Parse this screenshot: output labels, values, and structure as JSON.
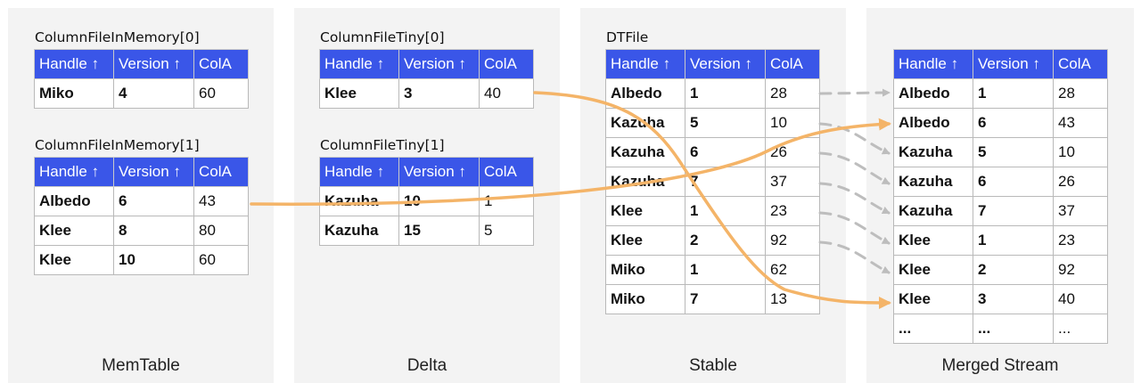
{
  "colors": {
    "header_bg": "#3a56e8",
    "orange_arrow": "#f4b468",
    "gray_arrow": "#bdbdbd",
    "panel_bg": "#f3f3f3"
  },
  "panels": {
    "memtable": "MemTable",
    "delta": "Delta",
    "stable": "Stable",
    "merged": "Merged Stream"
  },
  "headers": [
    "Handle ↑",
    "Version ↑",
    "ColA"
  ],
  "tables": {
    "mem0": {
      "label": "ColumnFileInMemory[0]",
      "rows": [
        [
          "Miko",
          "4",
          "60"
        ]
      ]
    },
    "mem1": {
      "label": "ColumnFileInMemory[1]",
      "rows": [
        [
          "Albedo",
          "6",
          "43"
        ],
        [
          "Klee",
          "8",
          "80"
        ],
        [
          "Klee",
          "10",
          "60"
        ]
      ]
    },
    "tiny0": {
      "label": "ColumnFileTiny[0]",
      "rows": [
        [
          "Klee",
          "3",
          "40"
        ]
      ]
    },
    "tiny1": {
      "label": "ColumnFileTiny[1]",
      "rows": [
        [
          "Kazuha",
          "10",
          "1"
        ],
        [
          "Kazuha",
          "15",
          "5"
        ]
      ]
    },
    "dt": {
      "label": "DTFile",
      "rows": [
        [
          "Albedo",
          "1",
          "28"
        ],
        [
          "Kazuha",
          "5",
          "10"
        ],
        [
          "Kazuha",
          "6",
          "26"
        ],
        [
          "Kazuha",
          "7",
          "37"
        ],
        [
          "Klee",
          "1",
          "23"
        ],
        [
          "Klee",
          "2",
          "92"
        ],
        [
          "Miko",
          "1",
          "62"
        ],
        [
          "Miko",
          "7",
          "13"
        ]
      ]
    },
    "merged": {
      "label": "",
      "rows": [
        [
          "Albedo",
          "1",
          "28"
        ],
        [
          "Albedo",
          "6",
          "43"
        ],
        [
          "Kazuha",
          "5",
          "10"
        ],
        [
          "Kazuha",
          "6",
          "26"
        ],
        [
          "Kazuha",
          "7",
          "37"
        ],
        [
          "Klee",
          "1",
          "23"
        ],
        [
          "Klee",
          "2",
          "92"
        ],
        [
          "Klee",
          "3",
          "40"
        ],
        [
          "...",
          "...",
          "..."
        ]
      ]
    }
  }
}
